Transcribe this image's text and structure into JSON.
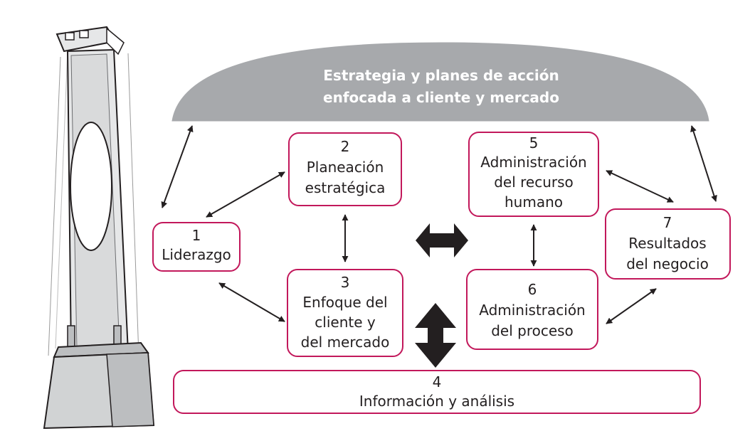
{
  "banner": {
    "line1": "Estrategia y planes de acción",
    "line2": "enfocada a cliente y mercado"
  },
  "boxes": {
    "liderazgo": {
      "number": "1",
      "line1": "Liderazgo"
    },
    "planeacion": {
      "number": "2",
      "line1": "Planeación",
      "line2": "estratégica"
    },
    "enfoque": {
      "number": "3",
      "line1": "Enfoque del",
      "line2": "cliente y",
      "line3": "del mercado"
    },
    "informacion": {
      "number": "4",
      "line1": "Información y análisis"
    },
    "recurso": {
      "number": "5",
      "line1": "Administración",
      "line2": "del recurso",
      "line3": "humano"
    },
    "proceso": {
      "number": "6",
      "line1": "Administración",
      "line2": "del proceso"
    },
    "resultados": {
      "number": "7",
      "line1": "Resultados",
      "line2": "del negocio"
    }
  },
  "colors": {
    "box_border": "#c2185b",
    "banner_fill": "#a7a9ac",
    "arrow": "#231f20",
    "text": "#231f20"
  }
}
